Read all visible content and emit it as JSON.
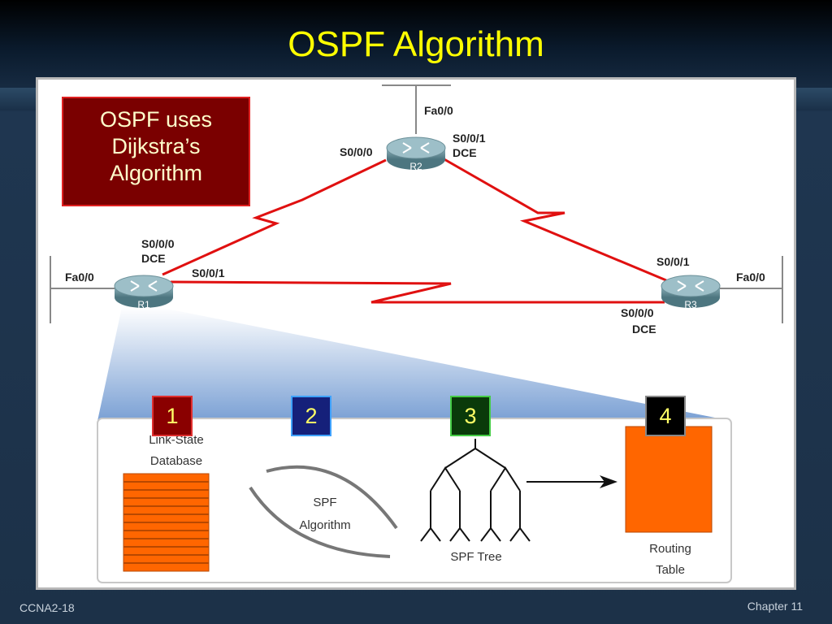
{
  "slide": {
    "title": "OSPF Algorithm",
    "footer_left": "CCNA2-18",
    "footer_right": "Chapter  11"
  },
  "callout": {
    "line1": "OSPF uses",
    "line2": "Dijkstra’s",
    "line3": "Algorithm"
  },
  "routers": {
    "r1": "R1",
    "r2": "R2",
    "r3": "R3"
  },
  "interfaces": {
    "r2_fa": "Fa0/0",
    "r2_s000": "S0/0/0",
    "r2_s001": "S0/0/1",
    "r2_dce": "DCE",
    "r1_s000": "S0/0/0",
    "r1_dce": "DCE",
    "r1_s001": "S0/0/1",
    "r1_fa": "Fa0/0",
    "r3_s001": "S0/0/1",
    "r3_fa": "Fa0/0",
    "r3_s000": "S0/0/0",
    "r3_dce": "DCE"
  },
  "steps": [
    {
      "number": "1",
      "label_line1": "Link-State",
      "label_line2": "Database"
    },
    {
      "number": "2",
      "label_line1": "SPF",
      "label_line2": "Algorithm"
    },
    {
      "number": "3",
      "label_line1": "SPF Tree"
    },
    {
      "number": "4",
      "label_line1": "Routing",
      "label_line2": "Table"
    }
  ],
  "colors": {
    "title": "#ffff00",
    "serial_link": "#e01010",
    "database": "#ff6600",
    "routing_table": "#ff6600",
    "router": "#5f8a95",
    "callout_bg": "#7a0000"
  },
  "icons": {
    "router": "router-icon",
    "database": "database-stack-icon",
    "tree": "tree-icon",
    "arrow": "arrow-right-icon"
  }
}
